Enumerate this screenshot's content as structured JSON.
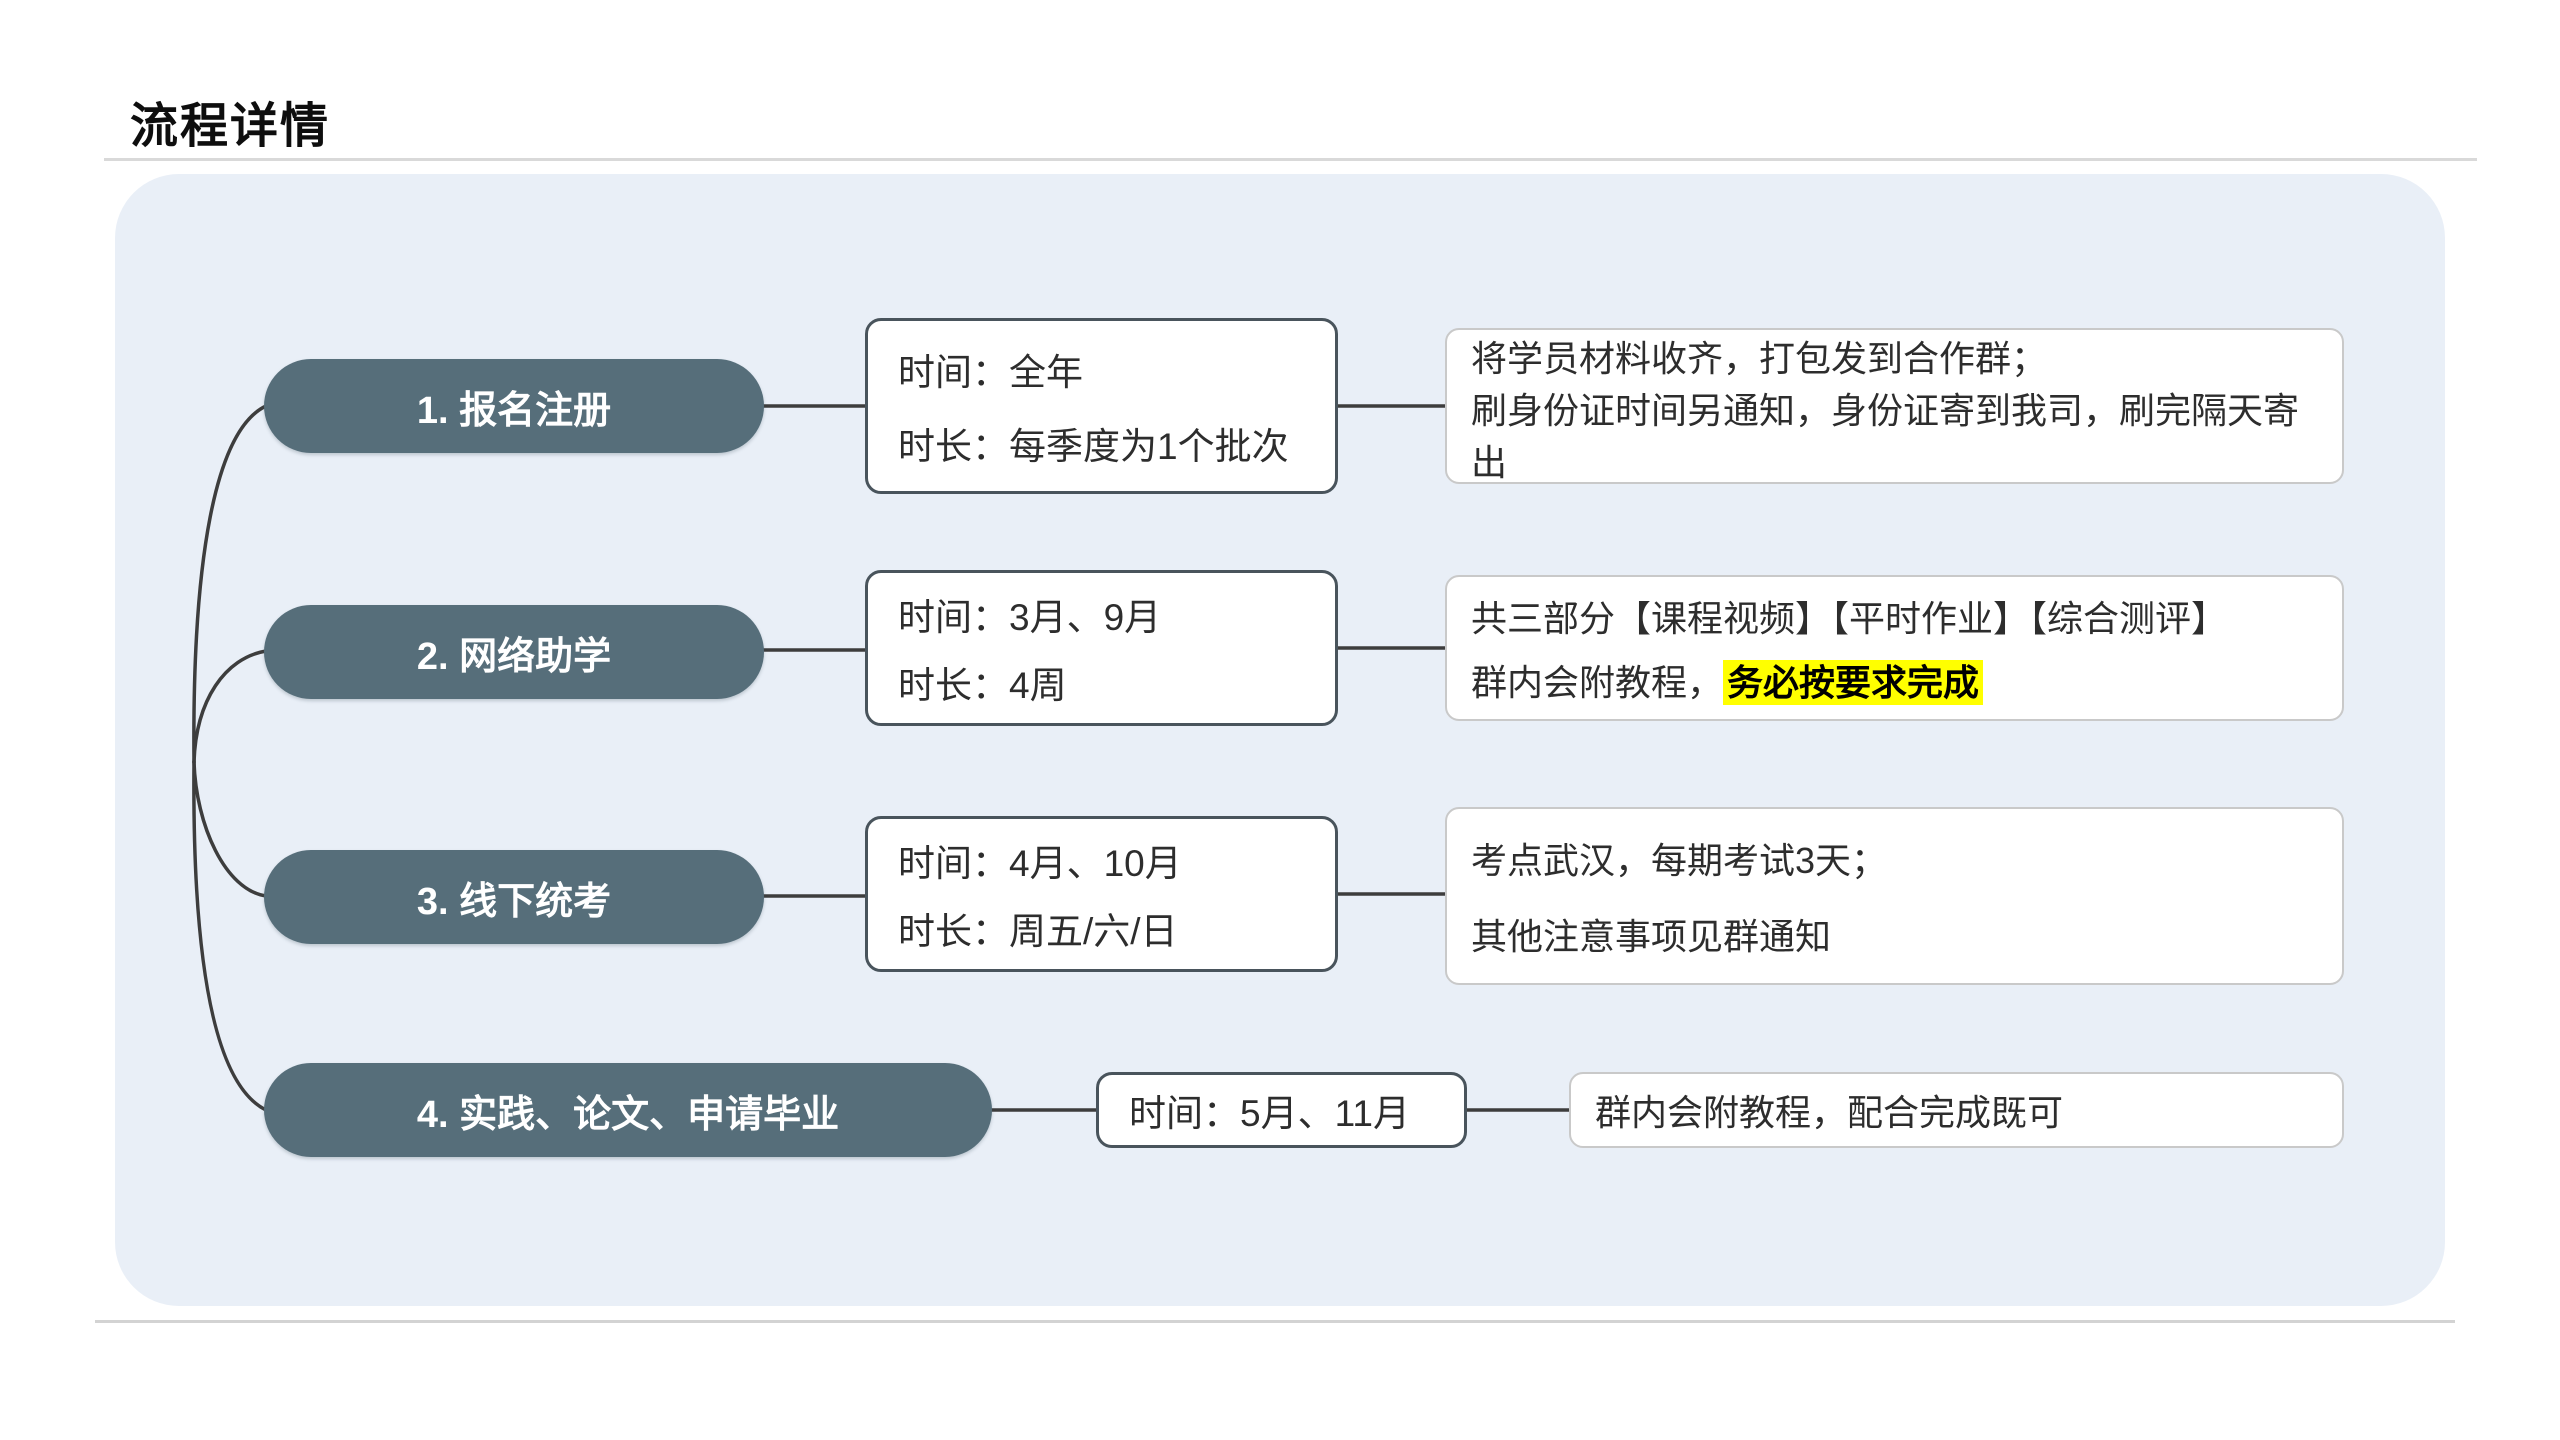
{
  "title": "流程详情",
  "colors": {
    "canvas_background": "#e9eff7",
    "node_fill": "#566e7a",
    "node_text": "#ffffff",
    "connector": "#3d3d3d",
    "time_box_border": "#49545c",
    "detail_box_border": "#c9c9c9",
    "highlight": "#ffff00",
    "body_text": "#2d2d2d"
  },
  "flow": {
    "steps": [
      {
        "label": "1. 报名注册",
        "time": [
          "时间：全年",
          "时长：每季度为1个批次"
        ],
        "details": [
          "将学员材料收齐，打包发到合作群；",
          "刷身份证时间另通知，身份证寄到我司，刷完隔天寄出"
        ]
      },
      {
        "label": "2. 网络助学",
        "time": [
          "时间：3月、9月",
          "时长：4周"
        ],
        "details": [
          "共三部分【课程视频】【平时作业】【综合测评】",
          {
            "pre": "群内会附教程，",
            "highlight": "务必按要求完成"
          }
        ]
      },
      {
        "label": "3. 线下统考",
        "time": [
          "时间：4月、10月",
          "时长：周五/六/日"
        ],
        "details": [
          "考点武汉，每期考试3天；",
          "其他注意事项见群通知"
        ]
      },
      {
        "label": "4. 实践、论文、申请毕业",
        "time": [
          "时间：5月、11月"
        ],
        "details": [
          "群内会附教程，配合完成既可"
        ]
      }
    ]
  }
}
